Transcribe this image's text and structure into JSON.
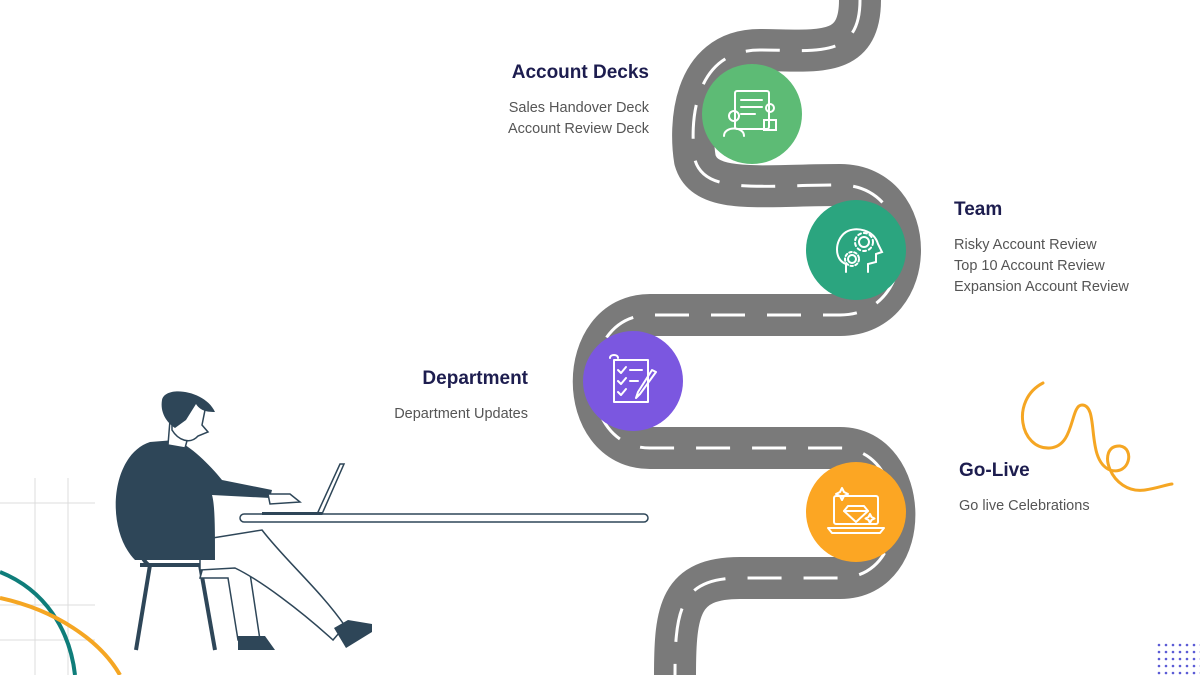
{
  "stages": [
    {
      "id": "account-decks",
      "title": "Account Decks",
      "items": [
        "Sales Handover Deck",
        "Account Review Deck"
      ],
      "color": "#5dbb75",
      "icon": "presentation-deck-icon"
    },
    {
      "id": "team",
      "title": "Team",
      "items": [
        "Risky Account Review",
        "Top 10 Account Review",
        "Expansion Account Review"
      ],
      "color": "#2ba57f",
      "icon": "head-gears-icon"
    },
    {
      "id": "department",
      "title": "Department",
      "items": [
        "Department Updates"
      ],
      "color": "#7b57e0",
      "icon": "checklist-pen-icon"
    },
    {
      "id": "go-live",
      "title": "Go-Live",
      "items": [
        "Go live Celebrations"
      ],
      "color": "#fca623",
      "icon": "laptop-diamond-icon"
    }
  ],
  "colors": {
    "road": "#7a7a7a",
    "road_dash": "#ffffff",
    "title_text": "#1d1d4f",
    "body_text": "#555555",
    "accent_orange": "#f5a623",
    "accent_teal": "#0f7d7a",
    "person_dark": "#2e4658",
    "dots_blue": "#5b5bd6"
  }
}
